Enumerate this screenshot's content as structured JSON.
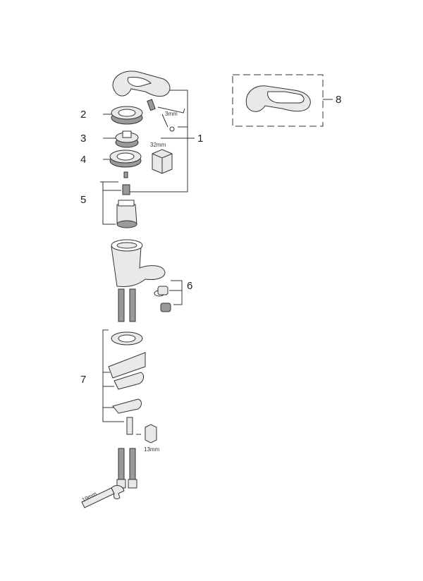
{
  "callouts": {
    "c1": "1",
    "c2": "2",
    "c3": "3",
    "c4": "4",
    "c5": "5",
    "c6": "6",
    "c7": "7",
    "c8": "8"
  },
  "tools": {
    "hex_key_size": "3mm",
    "cartridge_nut_size": "32mm",
    "stud_wrench_size": "13mm",
    "hose_wrench_size": "19mm"
  }
}
